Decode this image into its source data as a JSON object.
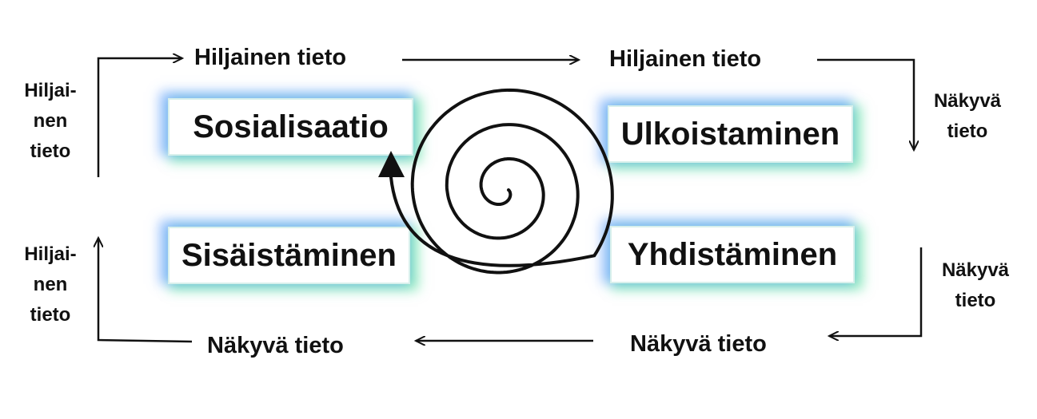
{
  "quadrants": {
    "top_left": "Sosialisaatio",
    "top_right": "Ulkoistaminen",
    "bottom_right": "Yhdistäminen",
    "bottom_left": "Sisäistäminen"
  },
  "edge_labels": {
    "top_left": "Hiljainen tieto",
    "top_right": "Hiljainen tieto",
    "bottom_right": "Näkyvä tieto",
    "bottom_left": "Näkyvä tieto",
    "left_upper": "Hiljai-\nnen\ntieto",
    "left_lower": "Hiljai-\nnen\ntieto",
    "right_upper": "Näkyvä\ntieto",
    "right_lower": "Näkyvä\ntieto"
  }
}
